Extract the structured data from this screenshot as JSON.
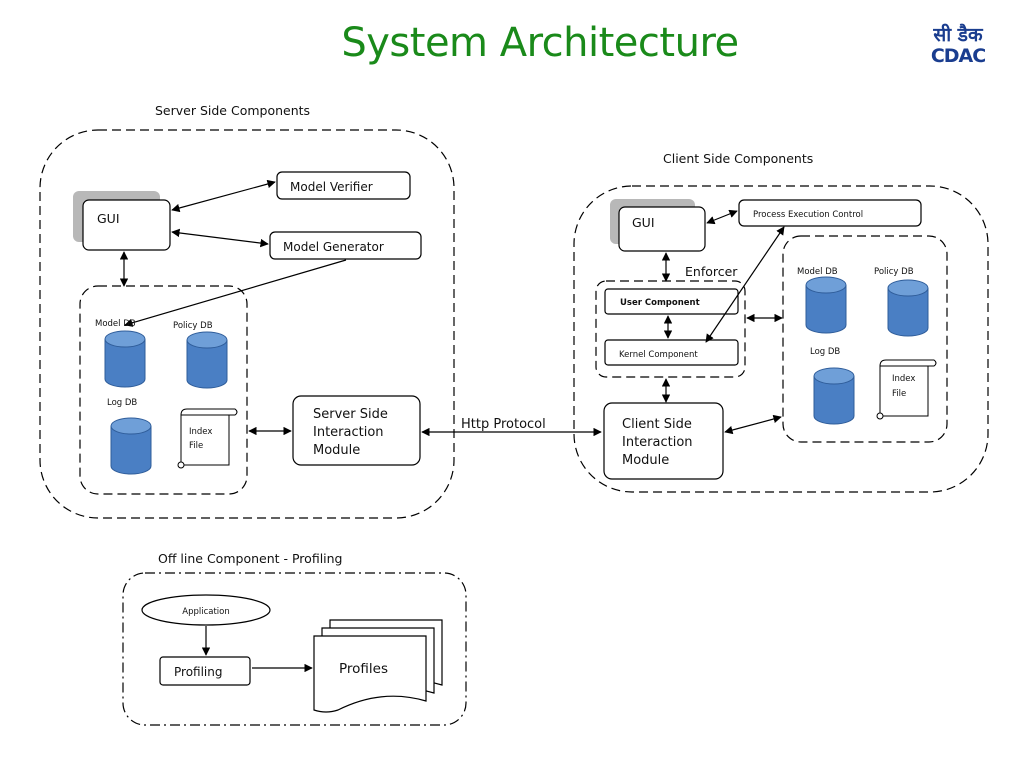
{
  "title": "System Architecture",
  "logo": {
    "line1": "सी डैक",
    "line2": "CDAC"
  },
  "server": {
    "heading": "Server Side Components",
    "gui": "GUI",
    "model_verifier": "Model Verifier",
    "model_generator": "Model Generator",
    "model_db": "Model DB",
    "policy_db": "Policy DB",
    "log_db": "Log DB",
    "index_line1": "Index",
    "index_line2": "File",
    "interaction_line1": "Server Side",
    "interaction_line2": "Interaction",
    "interaction_line3": "Module"
  },
  "protocol": "Http Protocol",
  "client": {
    "heading": "Client Side Components",
    "gui": "GUI",
    "process_execution_control": "Process Execution Control",
    "enforcer": "Enforcer",
    "user_component": "User Component",
    "kernel_component": "Kernel Component",
    "model_db": "Model DB",
    "policy_db": "Policy DB",
    "log_db": "Log DB",
    "index_line1": "Index",
    "index_line2": "File",
    "interaction_line1": "Client Side",
    "interaction_line2": "Interaction",
    "interaction_line3": "Module"
  },
  "offline": {
    "heading": "Off line Component - Profiling",
    "application": "Application",
    "profiling": "Profiling",
    "profiles": "Profiles"
  },
  "colors": {
    "title": "#1a8a1a",
    "db_fill": "#4a7fc4",
    "db_top": "#6f9fd8",
    "logo": "#1a3d8f"
  }
}
